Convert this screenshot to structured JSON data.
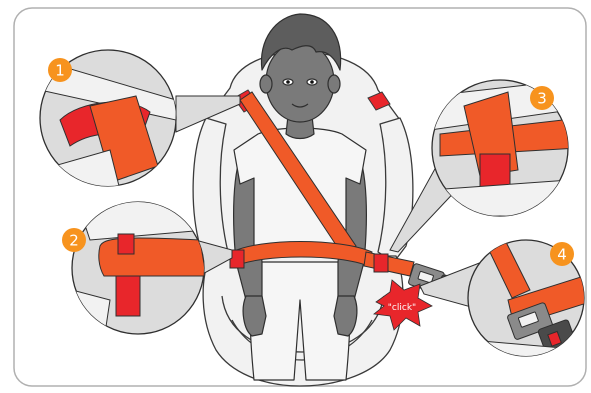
{
  "figure": {
    "kind": "child car seat harness installation illustration",
    "step_numbers": [
      "1",
      "2",
      "3",
      "4"
    ],
    "click_label": "\"click\""
  },
  "colors": {
    "belt": "#f05a28",
    "belt_dark": "#d8431a",
    "belt_guide_red": "#e8262b",
    "badge_orange": "#f7931e",
    "skin": "#7a7a7a",
    "hair": "#5d5d5d",
    "seat": "#f2f2f2",
    "outline": "#3a3a3a",
    "callout_bg": "#dcdcdc",
    "frame": "#b0b0b0"
  }
}
